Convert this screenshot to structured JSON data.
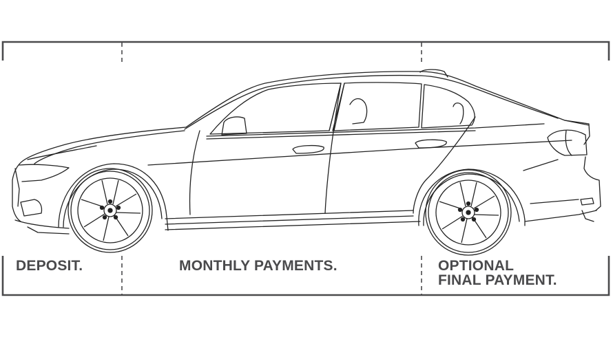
{
  "diagram": {
    "subject": "sedan-side-profile-line-drawing",
    "colors": {
      "frame": "#4a4a4c",
      "car_line": "#222222",
      "text": "#4a4a4c",
      "background": "#ffffff"
    },
    "sections": [
      {
        "id": "deposit",
        "label": "DEPOSIT."
      },
      {
        "id": "monthly",
        "label": "MONTHLY PAYMENTS."
      },
      {
        "id": "final",
        "label_line1": "OPTIONAL",
        "label_line2": "FINAL PAYMENT."
      }
    ]
  }
}
